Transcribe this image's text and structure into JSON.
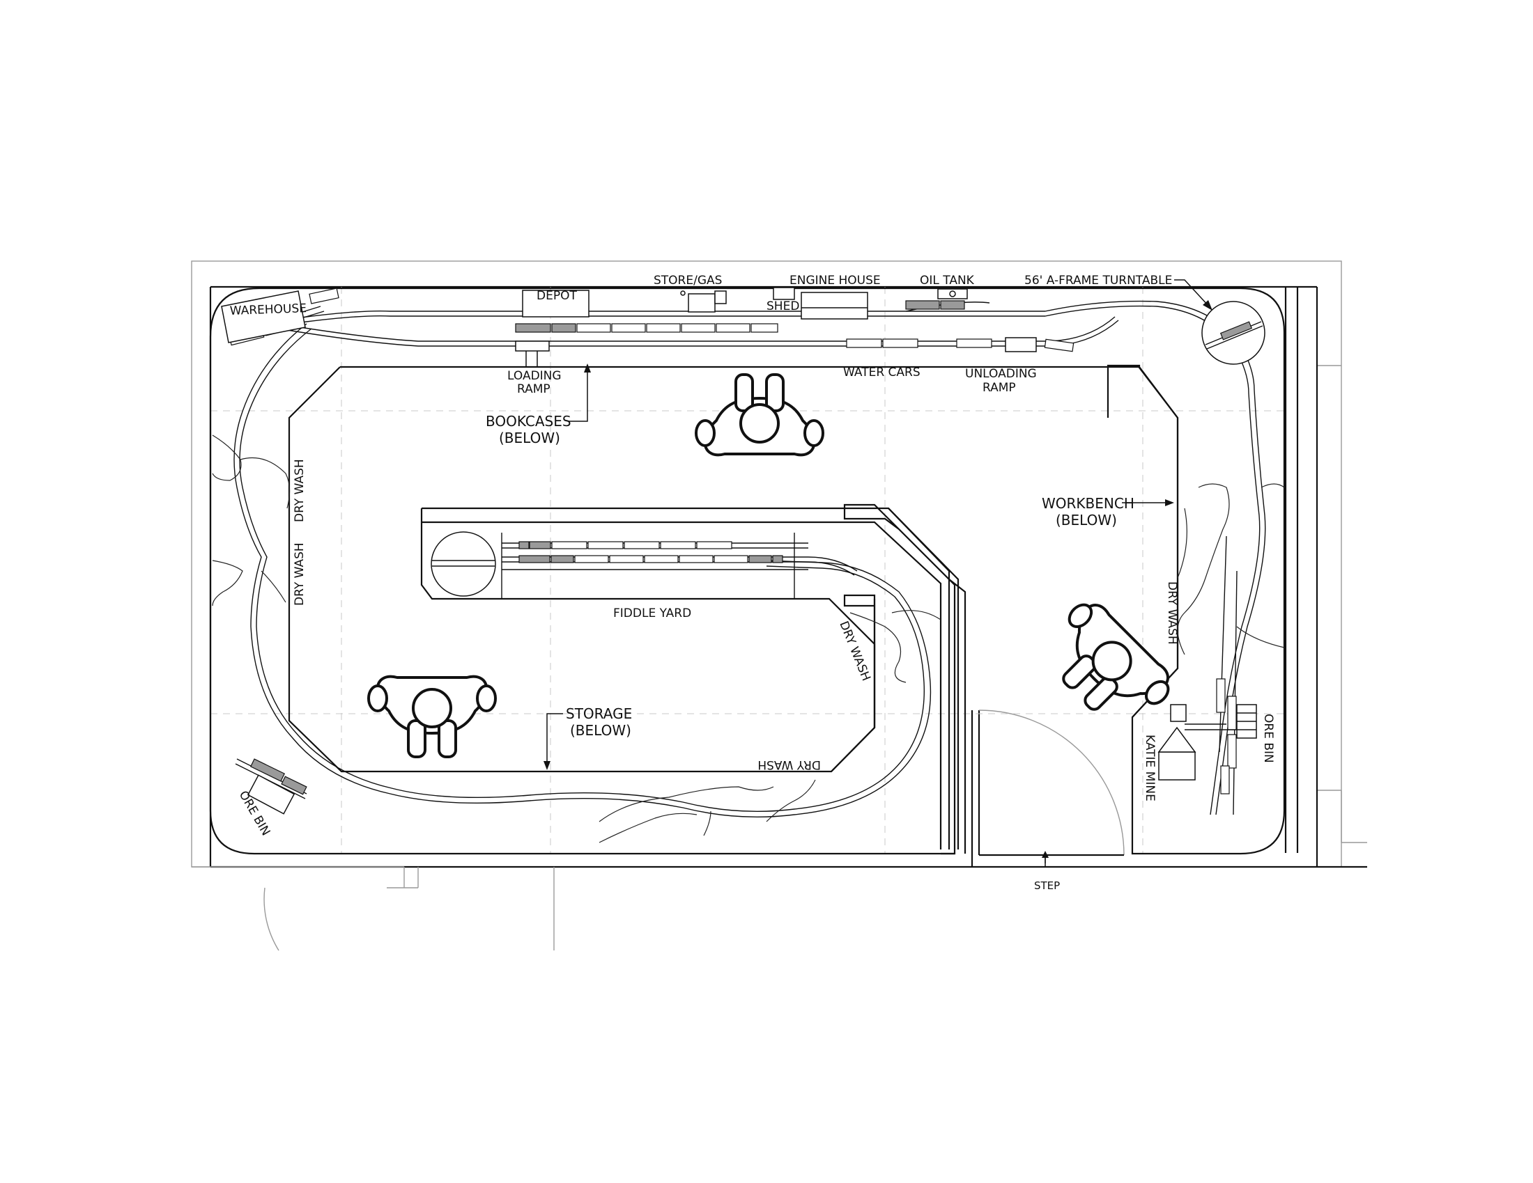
{
  "labels": {
    "warehouse": "WAREHOUSE",
    "depot": "DEPOT",
    "store_gas": "STORE/GAS",
    "engine_house": "ENGINE HOUSE",
    "shed": "SHED",
    "oil_tank": "OIL TANK",
    "turntable": "56' A-FRAME TURNTABLE",
    "loading_ramp_1": "LOADING",
    "loading_ramp_2": "RAMP",
    "water_cars": "WATER CARS",
    "unloading_ramp_1": "UNLOADING",
    "unloading_ramp_2": "RAMP",
    "bookcases_1": "BOOKCASES",
    "bookcases_2": "(BELOW)",
    "workbench_1": "WORKBENCH",
    "workbench_2": "(BELOW)",
    "storage_1": "STORAGE",
    "storage_2": "(BELOW)",
    "fiddle_yard": "FIDDLE YARD",
    "dry_wash": "DRY WASH",
    "ore_bin": "ORE BIN",
    "katie_mine": "KATIE MINE",
    "step": "STEP"
  },
  "icons": {
    "person": "person-topview-icon",
    "turntable": "turntable-icon",
    "arrow": "leader-arrow-icon"
  }
}
